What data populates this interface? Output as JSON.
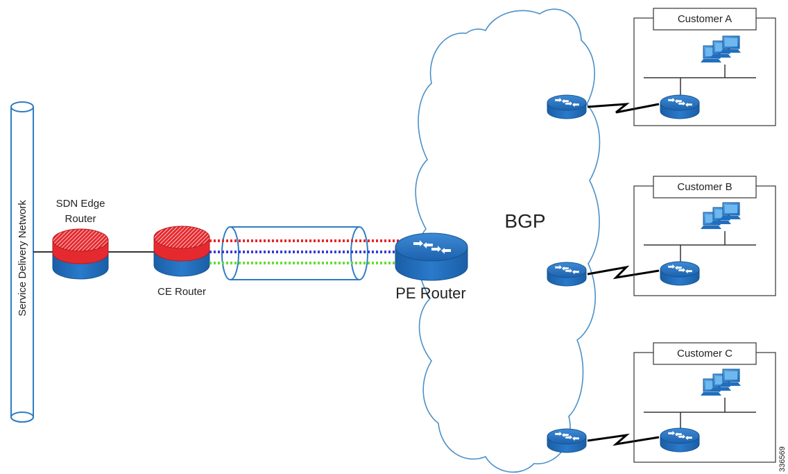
{
  "diagram": {
    "service_network_label": "Service Delivery Network",
    "sdn_edge_router_label": [
      "SDN Edge",
      "Router"
    ],
    "ce_router_label": "CE Router",
    "pe_router_label": "PE Router",
    "bgp_label": "BGP",
    "figure_id": "336569",
    "customers": [
      {
        "name": "Customer A",
        "color": "#e8242a"
      },
      {
        "name": "Customer B",
        "color": "#3b3bd9"
      },
      {
        "name": "Customer C",
        "color": "#66dd33"
      }
    ],
    "tunnel_colors": [
      "#e8242a",
      "#3b3bd9",
      "#66dd33"
    ],
    "colors": {
      "router_blue": "#1f6fc1",
      "router_red": "#e52a2f",
      "cloud_stroke": "#4a90c8",
      "pipe_stroke": "#2e7cc2"
    }
  }
}
